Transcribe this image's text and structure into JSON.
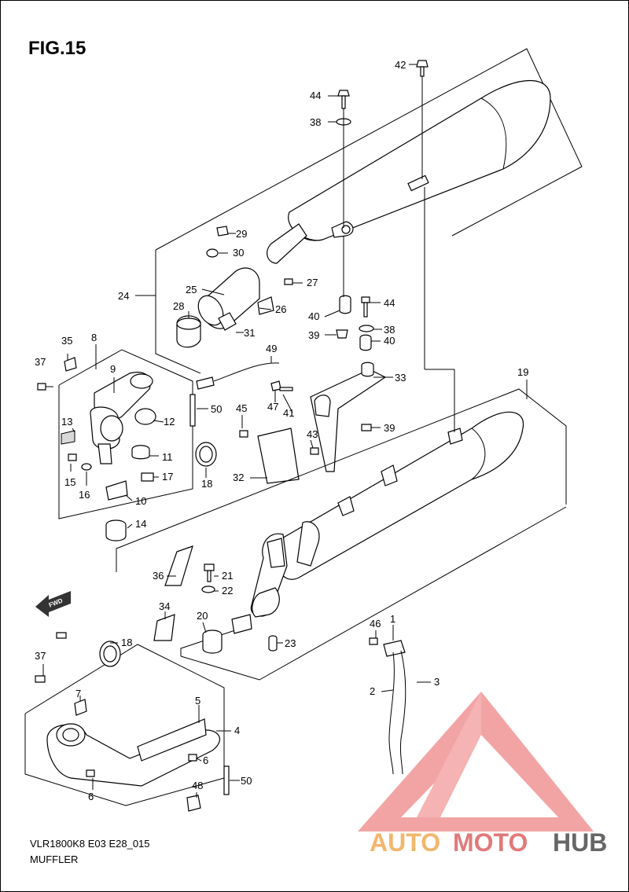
{
  "figure": {
    "title": "FIG.15",
    "code": "VLR1800K8 E03 E28_015",
    "name": "MUFFLER"
  },
  "fwd_label": "FWD",
  "watermark": {
    "text_a": "AUTO",
    "text_b": "MOTO",
    "text_c": "HUB",
    "color_a": "#f2b66d",
    "color_b": "#e07a7a",
    "color_c": "#666666",
    "triangle_color": "#f19a9a"
  },
  "callouts": [
    "42",
    "44",
    "38",
    "29",
    "30",
    "25",
    "27",
    "24",
    "28",
    "26",
    "31",
    "40",
    "44",
    "38",
    "39",
    "40",
    "35",
    "8",
    "37",
    "9",
    "49",
    "33",
    "13",
    "12",
    "50",
    "45",
    "47",
    "41",
    "43",
    "39",
    "11",
    "17",
    "15",
    "16",
    "10",
    "14",
    "18",
    "32",
    "19",
    "36",
    "21",
    "22",
    "34",
    "20",
    "23",
    "46",
    "1",
    "18",
    "37",
    "7",
    "5",
    "4",
    "6",
    "2",
    "3",
    "6",
    "48",
    "50"
  ]
}
